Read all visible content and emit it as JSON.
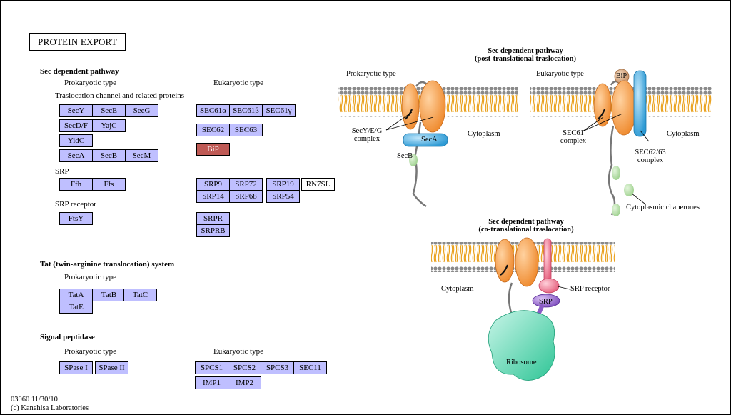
{
  "title": "PROTEIN EXPORT",
  "sections": {
    "sec": "Sec dependent pathway",
    "prok_type": "Prokaryotic type",
    "euk_type": "Eukaryotic type",
    "transloc": "Traslocation channel and related proteins",
    "srp": "SRP",
    "srp_receptor": "SRP receptor",
    "tat": "Tat (twin-arginine translocation) system",
    "tat_prok": "Prokaryotic type",
    "signal": "Signal peptidase",
    "sig_prok": "Prokaryotic type",
    "sig_euk": "Eukaryotic type"
  },
  "genes": {
    "secy": "SecY",
    "sece": "SecE",
    "secg": "SecG",
    "secdf": "SecD/F",
    "yajc": "YajC",
    "yidc": "YidC",
    "seca": "SecA",
    "secb": "SecB",
    "secm": "SecM",
    "ffh": "Ffh",
    "ffs": "Ffs",
    "ftsy": "FtsY",
    "sec61a": "SEC61α",
    "sec61b": "SEC61β",
    "sec61g": "SEC61γ",
    "sec62": "SEC62",
    "sec63": "SEC63",
    "bip": "BiP",
    "srp9": "SRP9",
    "srp72": "SRP72",
    "srp19": "SRP19",
    "rn7sl": "RN7SL",
    "srp14": "SRP14",
    "srp68": "SRP68",
    "srp54": "SRP54",
    "srpr": "SRPR",
    "srprb": "SRPRB",
    "tata": "TatA",
    "tatb": "TatB",
    "tatc": "TatC",
    "tate": "TatE",
    "spase1": "SPase I",
    "spase2": "SPase II",
    "spcs1": "SPCS1",
    "spcs2": "SPCS2",
    "spcs3": "SPCS3",
    "sec11": "SEC11",
    "imp1": "IMP1",
    "imp2": "IMP2"
  },
  "diagram": {
    "post_title1": "Sec dependent pathway",
    "post_title2": "(post-translational traslocation)",
    "prok_label": "Prokaryotic type",
    "euk_label": "Eukaryotic type",
    "bip_label": "BiP",
    "secyeg_label1": "SecY/E/G",
    "secyeg_label2": "complex",
    "seca_label": "SecA",
    "secb_label": "SecB",
    "cytoplasm_left": "Cytoplasm",
    "sec61_label1": "SEC61",
    "sec61_label2": "complex",
    "cytoplasm_right": "Cytoplasm",
    "sec6263_label1": "SEC62/63",
    "sec6263_label2": "complex",
    "chaperones_label": "Cytoplasmic chaperones",
    "co_title1": "Sec dependent pathway",
    "co_title2": "(co-translational traslocation)",
    "cytoplasm_co": "Cytoplasm",
    "srp_receptor_label": "SRP receptor",
    "srp_label": "SRP",
    "ribosome_label": "Ribosome"
  },
  "footer": {
    "line1": "03060 11/30/10",
    "line2": "(c) Kanehisa Laboratories"
  },
  "colors": {
    "gene_fill": "#bfbfff",
    "bip_fill": "#bf5a55",
    "membrane_head": "#888888",
    "membrane_tail": "#f0b030",
    "channel": "#f5a04a",
    "seca": "#5fb8e6",
    "srp_receptor": "#f08aa0",
    "srp": "#9a6acc",
    "ribosome": "#6ddbb8"
  }
}
